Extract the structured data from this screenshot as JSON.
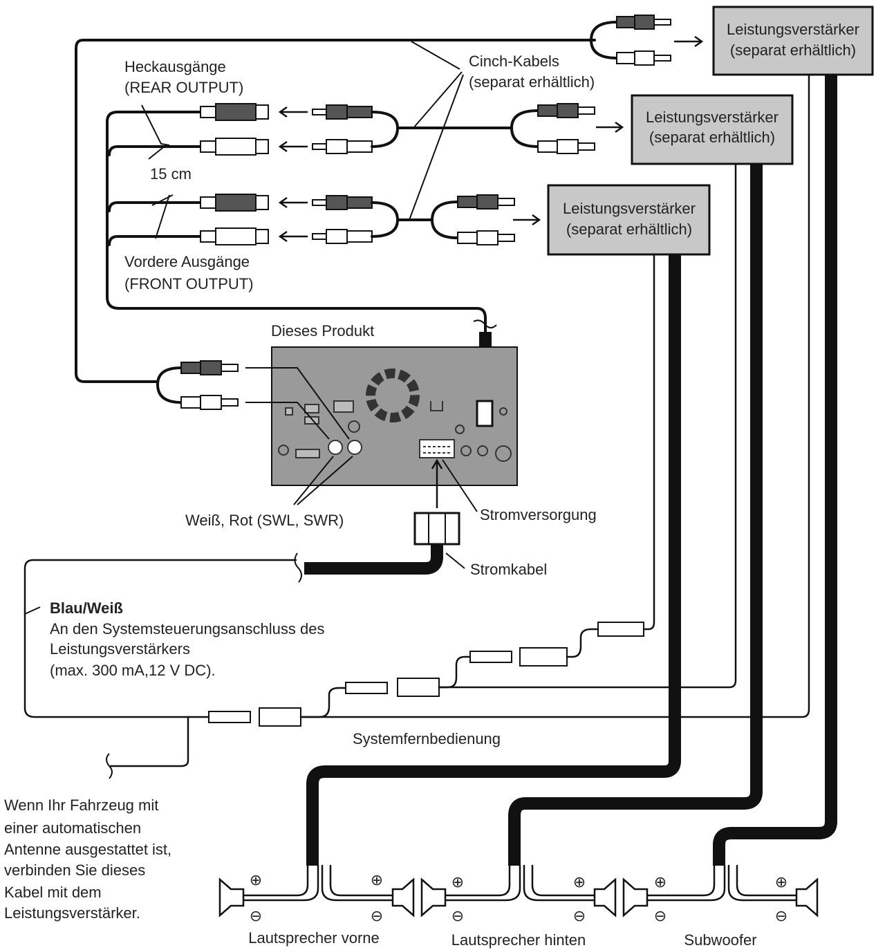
{
  "labels": {
    "cinch_cables": "Cinch-Kabels",
    "cinch_cables_note": "(separat erhältlich)",
    "rear_output": "Heckausgänge",
    "rear_output_en": "(REAR OUTPUT)",
    "length": "15 cm",
    "front_output": "Vordere Ausgänge",
    "front_output_en": "(FRONT OUTPUT)",
    "this_product": "Dieses Produkt",
    "swl_swr": "Weiß, Rot (SWL, SWR)",
    "power_supply": "Stromversorgung",
    "power_cable": "Stromkabel",
    "blue_white": "Blau/Weiß",
    "blue_white_desc": [
      "An den Systemsteuerungsanschluss des",
      "Leistungsverstärkers",
      "(max. 300 mA,12 V DC)."
    ],
    "system_remote": "Systemfernbedienung",
    "antenna_note": [
      "Wenn Ihr Fahrzeug mit",
      "einer automatischen",
      "Antenne ausgestattet ist,",
      "verbinden Sie dieses",
      "Kabel mit dem",
      "Leistungsverstärker."
    ],
    "speaker_front": "Lautsprecher vorne",
    "speaker_rear": "Lautsprecher hinten",
    "subwoofer": "Subwoofer"
  },
  "amplifiers": [
    {
      "line1": "Leistungsverstärker",
      "line2": "(separat erhältlich)"
    },
    {
      "line1": "Leistungsverstärker",
      "line2": "(separat erhältlich)"
    },
    {
      "line1": "Leistungsverstärker",
      "line2": "(separat erhältlich)"
    }
  ],
  "polarity": {
    "plus": "⊕",
    "minus": "⊖"
  }
}
